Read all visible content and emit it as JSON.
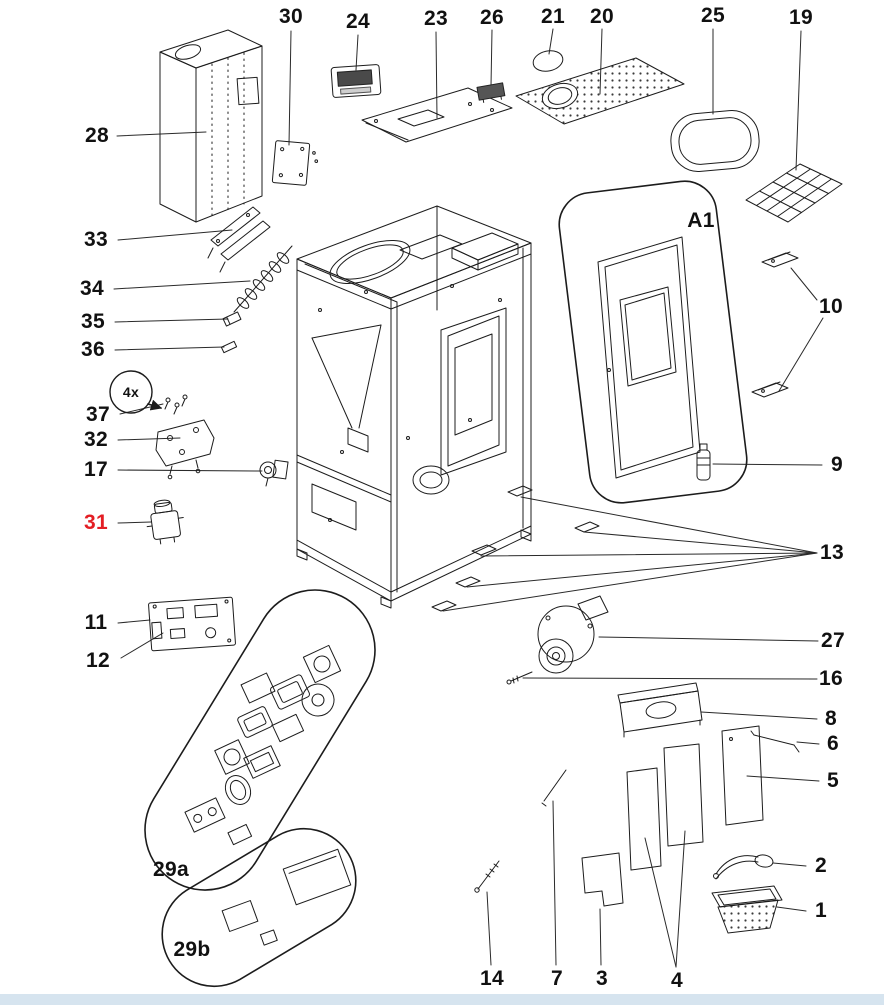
{
  "page": {
    "background": "#ffffff",
    "footer_bar_color": "#d6e4ef",
    "line_color": "#1c1c1c",
    "label_color": "#111111",
    "highlight_label_color": "#e31e24"
  },
  "labels": {
    "n30": {
      "text": "30"
    },
    "n24": {
      "text": "24"
    },
    "n23": {
      "text": "23"
    },
    "n26": {
      "text": "26"
    },
    "n21": {
      "text": "21"
    },
    "n20": {
      "text": "20"
    },
    "n25": {
      "text": "25"
    },
    "n19": {
      "text": "19"
    },
    "n28": {
      "text": "28"
    },
    "n33": {
      "text": "33"
    },
    "n34": {
      "text": "34"
    },
    "n35": {
      "text": "35"
    },
    "n36": {
      "text": "36"
    },
    "n37": {
      "text": "37"
    },
    "n32": {
      "text": "32"
    },
    "n17": {
      "text": "17"
    },
    "n31": {
      "text": "31",
      "color": "#e31e24"
    },
    "n11": {
      "text": "11"
    },
    "n12": {
      "text": "12"
    },
    "n29a": {
      "text": "29a"
    },
    "n29b": {
      "text": "29b"
    },
    "nA1": {
      "text": "A1"
    },
    "n10": {
      "text": "10"
    },
    "n9": {
      "text": "9"
    },
    "n13": {
      "text": "13"
    },
    "n27": {
      "text": "27"
    },
    "n16": {
      "text": "16"
    },
    "n8": {
      "text": "8"
    },
    "n6": {
      "text": "6"
    },
    "n5": {
      "text": "5"
    },
    "n2": {
      "text": "2"
    },
    "n1": {
      "text": "1"
    },
    "n14": {
      "text": "14"
    },
    "n7": {
      "text": "7"
    },
    "n3": {
      "text": "3"
    },
    "n4": {
      "text": "4"
    },
    "n4x": {
      "text": "4x"
    }
  }
}
